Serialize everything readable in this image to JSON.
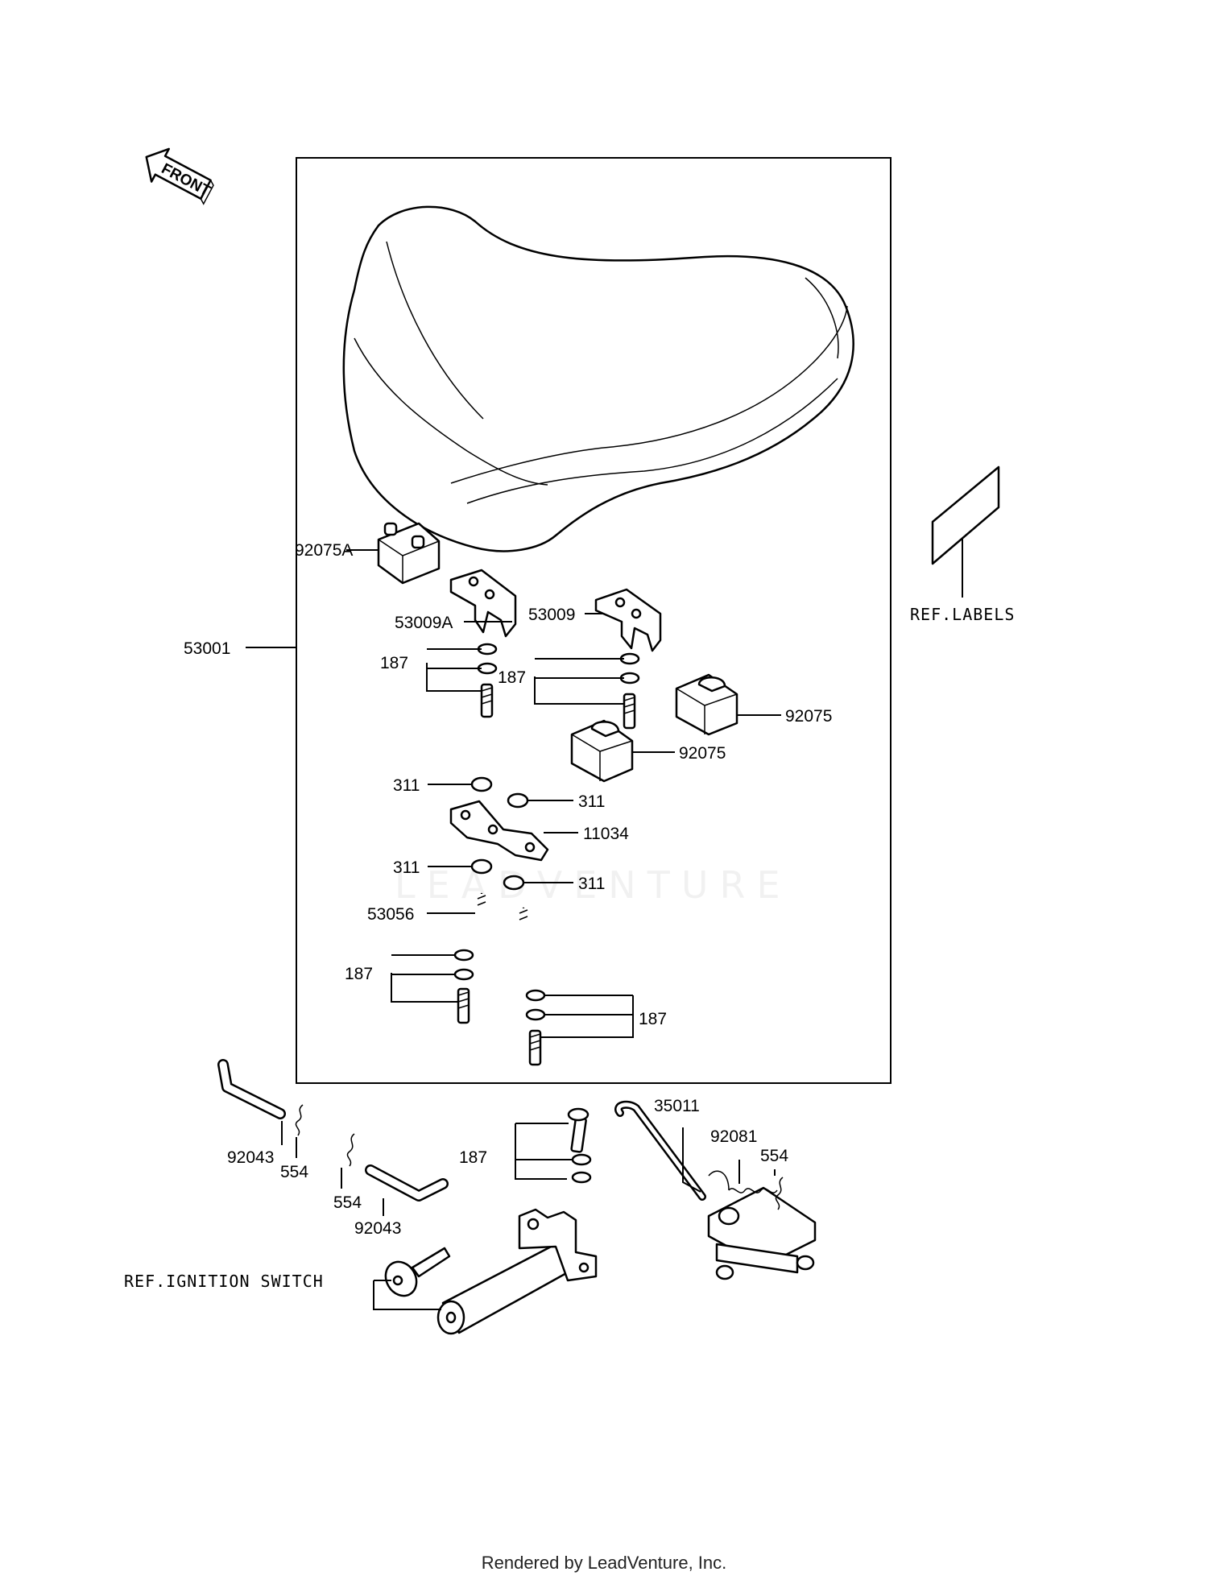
{
  "direction_label": "FRONT",
  "watermark": "LEADVENTURE",
  "footer": "Rendered by LeadVenture, Inc.",
  "labels": {
    "p53001": "53001",
    "p92075A": "92075A",
    "p53009A": "53009A",
    "p53009": "53009",
    "p187_a": "187",
    "p187_b": "187",
    "p92075_a": "92075",
    "p92075_b": "92075",
    "p311_a": "311",
    "p311_b": "311",
    "p11034": "11034",
    "p311_c": "311",
    "p311_d": "311",
    "p53056": "53056",
    "p187_c": "187",
    "p187_d": "187",
    "p92043_a": "92043",
    "p554_a": "554",
    "p554_b": "554",
    "p92043_b": "92043",
    "p187_e": "187",
    "p35011": "35011",
    "p92081": "92081",
    "p554_c": "554",
    "ref_labels": "REF.LABELS",
    "ref_ignition": "REF.IGNITION SWITCH"
  }
}
